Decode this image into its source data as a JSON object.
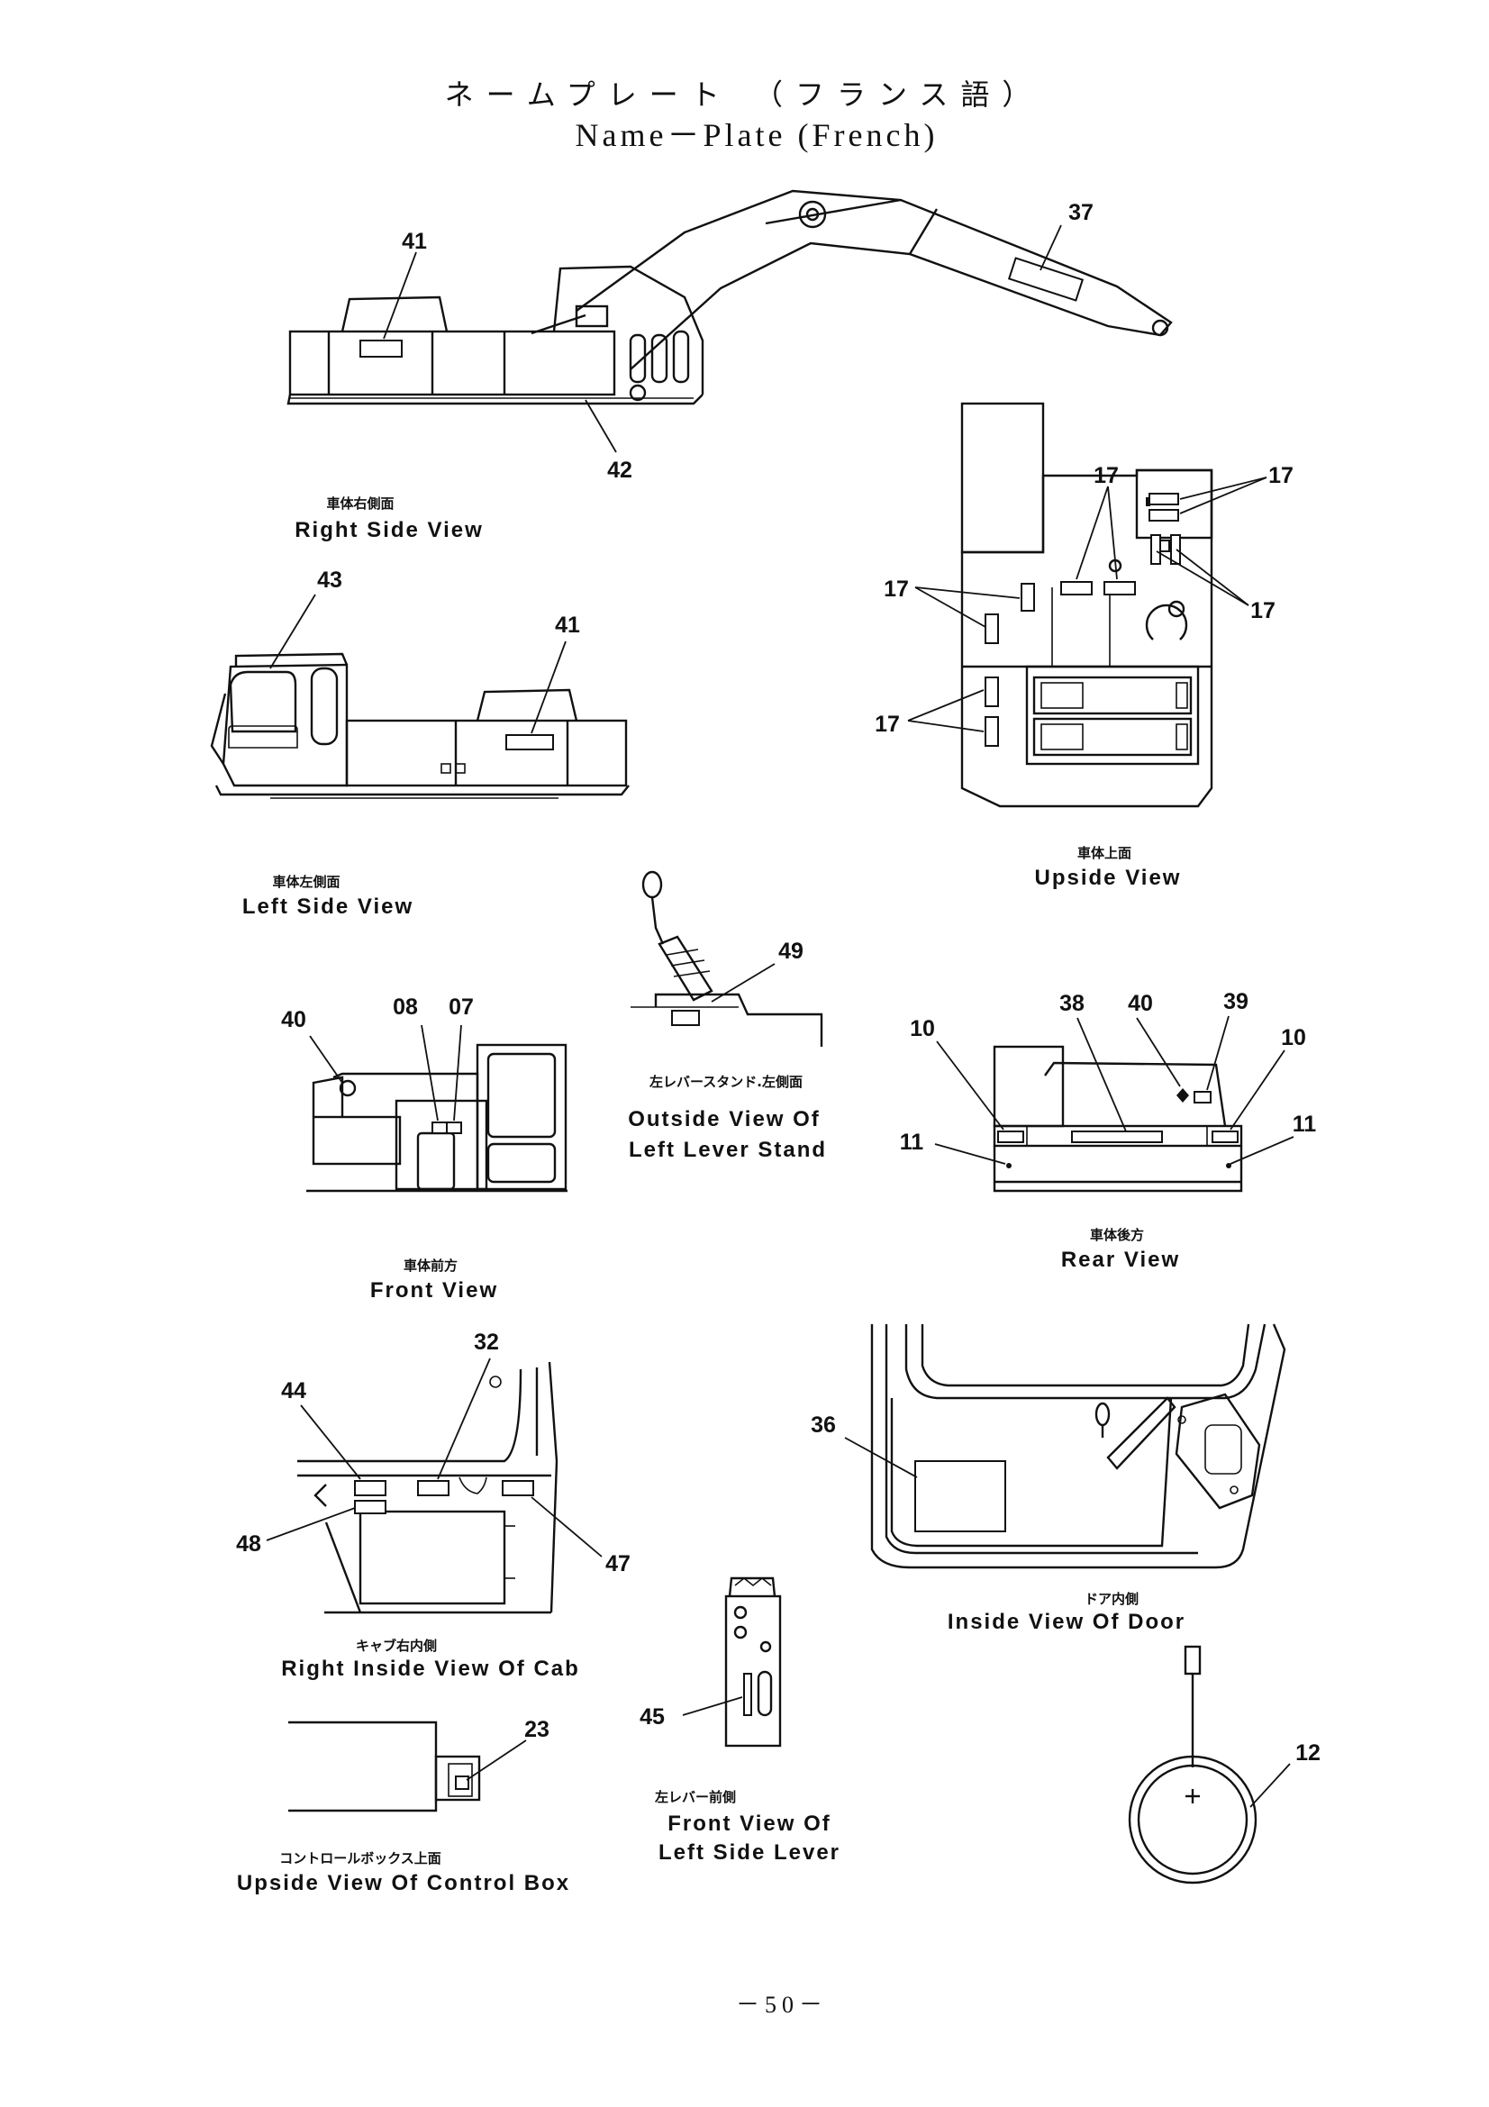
{
  "header": {
    "title_jp": "ネームプレート （フランス語）",
    "title_en": "Name－Plate (French)"
  },
  "views": {
    "right_side": {
      "caption_jp": "車体右側面",
      "caption_en": "Right Side View",
      "callouts": [
        "41",
        "37",
        "42"
      ]
    },
    "upside": {
      "caption_jp": "車体上面",
      "caption_en": "Upside View",
      "callouts": [
        "17",
        "17",
        "17",
        "17",
        "17"
      ]
    },
    "left_side": {
      "caption_jp": "車体左側面",
      "caption_en": "Left Side View",
      "callouts": [
        "43",
        "41"
      ]
    },
    "left_lever_stand": {
      "caption_jp": "左レバースタンド.左側面",
      "caption_en_1": "Outside View Of",
      "caption_en_2": "Left Lever Stand",
      "callouts": [
        "49"
      ]
    },
    "front": {
      "caption_jp": "車体前方",
      "caption_en": "Front View",
      "callouts": [
        "40",
        "08",
        "07"
      ]
    },
    "rear": {
      "caption_jp": "車体後方",
      "caption_en": "Rear View",
      "callouts": [
        "38",
        "40",
        "39",
        "10",
        "10",
        "11",
        "11"
      ]
    },
    "right_inside_cab": {
      "caption_jp": "キャブ右内側",
      "caption_en": "Right Inside View Of Cab",
      "callouts": [
        "32",
        "44",
        "48",
        "47"
      ]
    },
    "inside_door": {
      "caption_jp": "ドア内側",
      "caption_en": "Inside View Of Door",
      "callouts": [
        "36"
      ]
    },
    "left_side_lever": {
      "caption_jp": "左レバー前側",
      "caption_en_1": "Front View Of",
      "caption_en_2": "Left Side Lever",
      "callouts": [
        "45"
      ]
    },
    "control_box": {
      "caption_jp": "コントロールボックス上面",
      "caption_en": "Upside View Of Control Box",
      "callouts": [
        "23"
      ]
    },
    "misc": {
      "callouts": [
        "12"
      ]
    }
  },
  "footer": {
    "page_number": "－50－"
  }
}
